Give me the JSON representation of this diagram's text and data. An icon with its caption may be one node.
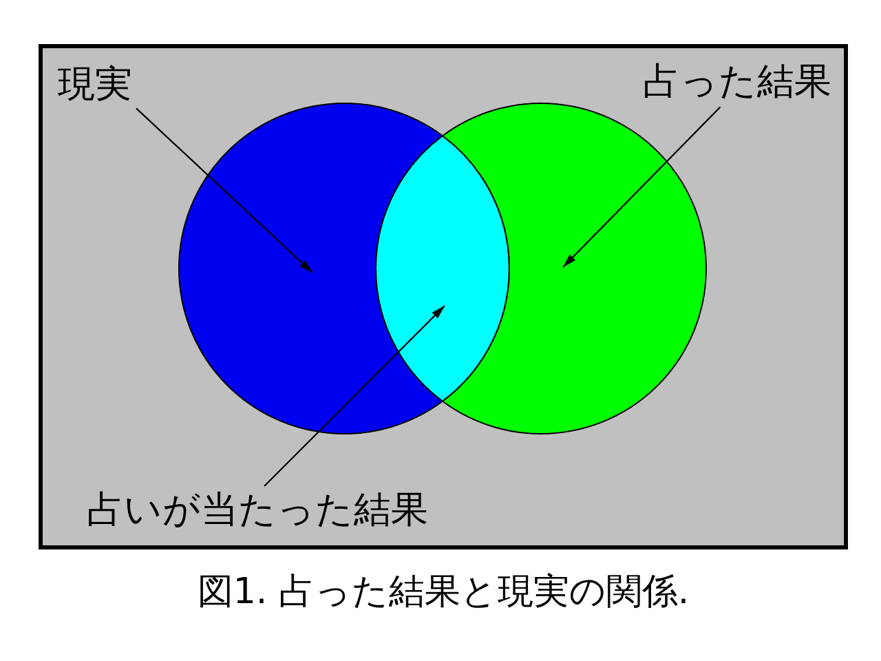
{
  "diagram": {
    "caption": "図1. 占った結果と現実の関係.",
    "nodes": [
      {
        "text": [
          "現実"
        ]
      },
      {
        "text": [
          "占った結果"
        ]
      },
      {
        "text": [],
        "shape": "circle"
      },
      {
        "text": [],
        "shape": "lens"
      },
      {
        "text": [],
        "shape": "circle"
      },
      {
        "text": [
          "占いが当たった結果"
        ]
      }
    ],
    "edges": [
      {
        "from": 0,
        "to": 2,
        "arrow": "to"
      },
      {
        "from": 1,
        "to": 4,
        "arrow": "to"
      },
      {
        "from": 5,
        "to": 3,
        "arrow": "to"
      }
    ]
  }
}
